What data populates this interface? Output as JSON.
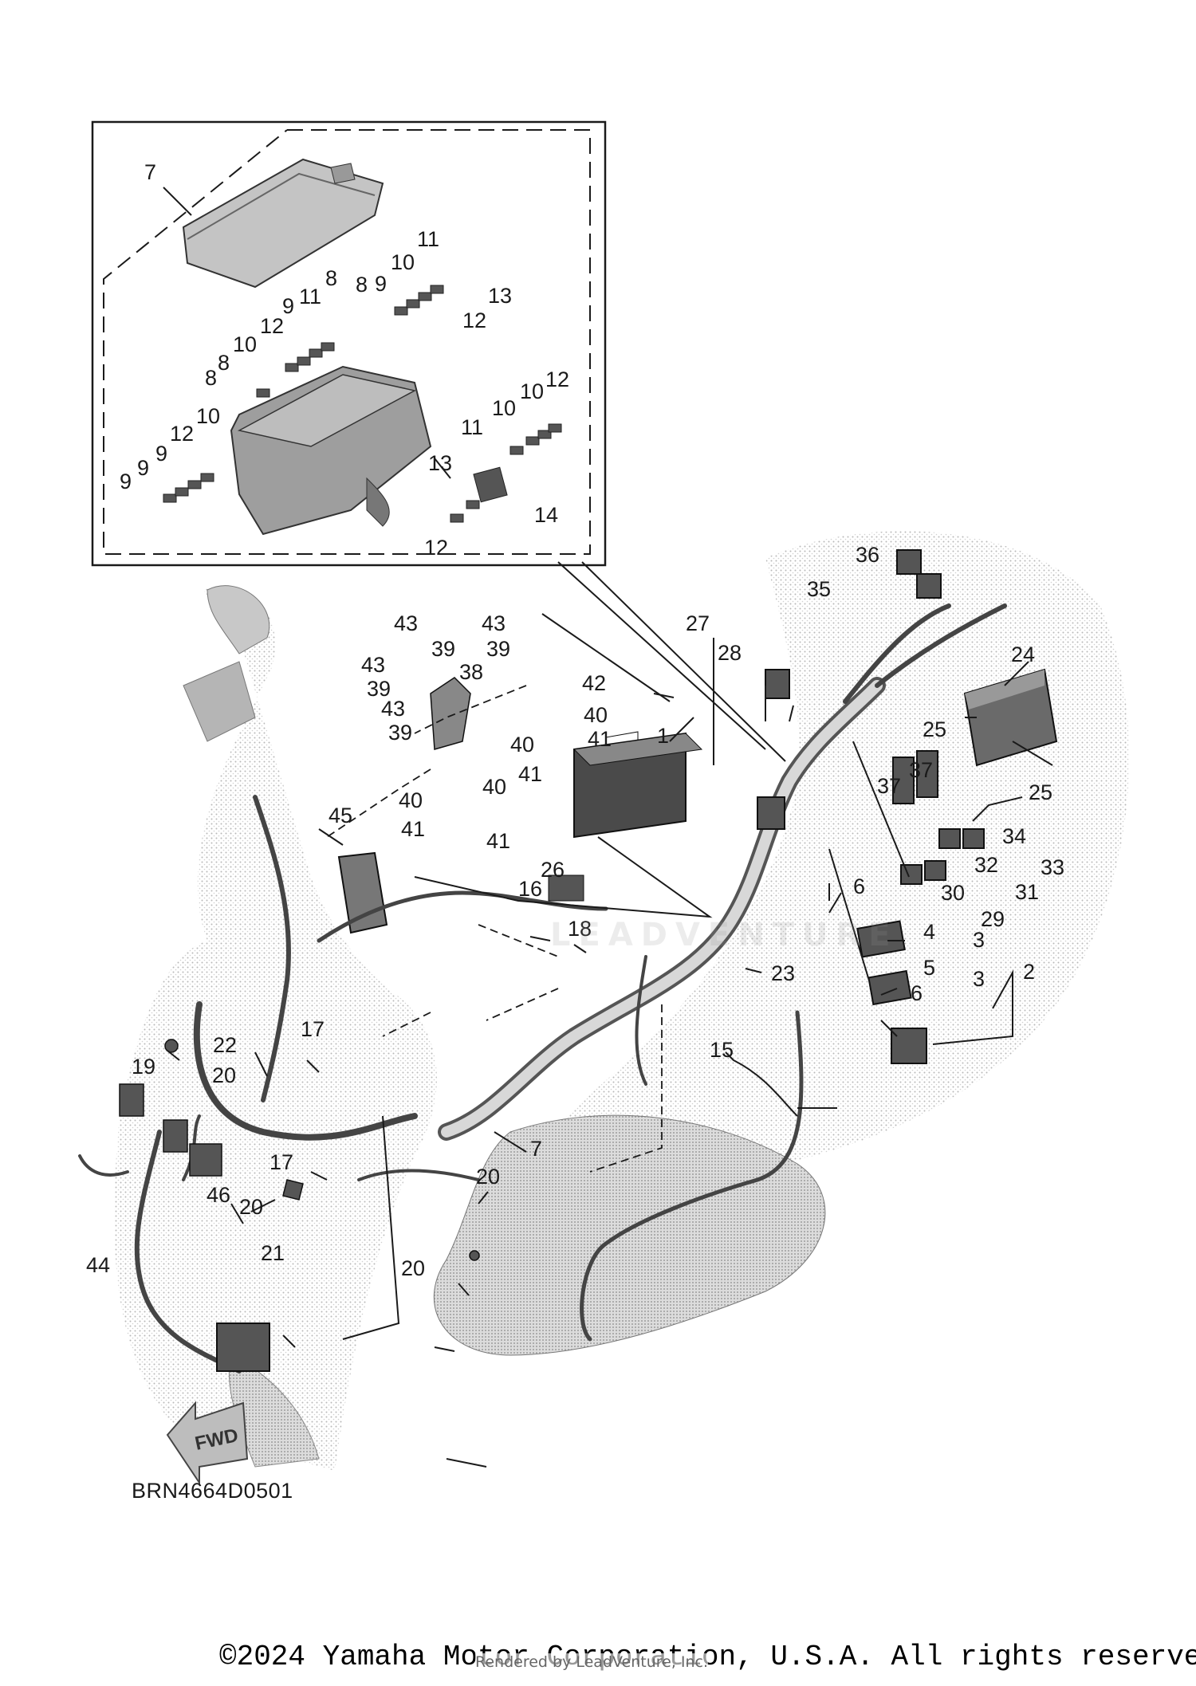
{
  "diagram": {
    "callouts": [
      "1",
      "2",
      "3",
      "3",
      "3",
      "4",
      "5",
      "6",
      "6",
      "7",
      "7",
      "8",
      "8",
      "8",
      "8",
      "9",
      "9",
      "9",
      "9",
      "9",
      "10",
      "10",
      "10",
      "10",
      "10",
      "11",
      "11",
      "11",
      "12",
      "12",
      "12",
      "12",
      "12",
      "13",
      "13",
      "13",
      "14",
      "15",
      "16",
      "17",
      "17",
      "18",
      "19",
      "20",
      "20",
      "20",
      "20",
      "21",
      "22",
      "23",
      "24",
      "25",
      "25",
      "26",
      "27",
      "28",
      "29",
      "30",
      "31",
      "32",
      "33",
      "34",
      "35",
      "36",
      "37",
      "37",
      "38",
      "39",
      "39",
      "39",
      "39",
      "40",
      "40",
      "40",
      "40",
      "41",
      "41",
      "41",
      "41",
      "42",
      "43",
      "43",
      "43",
      "43",
      "44",
      "45",
      "46"
    ],
    "fwd_label": "FWD",
    "watermark": "LEADVENTURE",
    "drawing_code": "BRN4664D0501"
  },
  "footer": {
    "copyright": "©2024 Yamaha Motor Corporation, U.S.A. All rights reserved.",
    "rendered_by": "Rendered by LeadVenture, Inc."
  }
}
